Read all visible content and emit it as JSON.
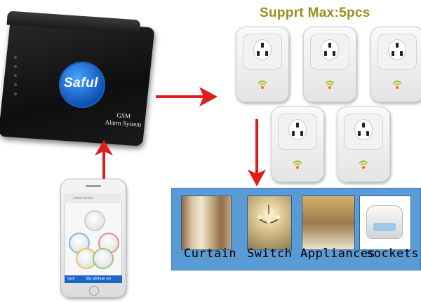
{
  "title": "Supprt Max:5pcs",
  "device": {
    "brand": "Saful",
    "label_line1": "GSM",
    "label_line2": "Alarm System"
  },
  "phone": {
    "header": "smart socket",
    "bar_left": "back",
    "bar_right": "Slip attribute set"
  },
  "categories": [
    "Curtain",
    "Switch",
    "Appliances",
    "sockets"
  ],
  "colors": {
    "title": "#a08a1e",
    "arrow": "#e01c1c",
    "panel": "#5b9bd5",
    "logo": "#0a4fb0"
  }
}
